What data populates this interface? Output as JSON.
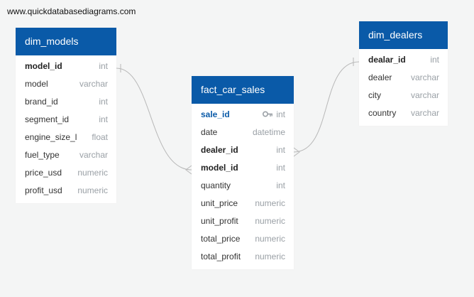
{
  "watermark": "www.quickdatabasediagrams.com",
  "colors": {
    "header": "#0a5aa8",
    "type_text": "#9aa0a6",
    "line": "#b8b8b8"
  },
  "tables": {
    "dim_models": {
      "title": "dim_models",
      "columns": [
        {
          "name": "model_id",
          "type": "int",
          "bold": true
        },
        {
          "name": "model",
          "type": "varchar"
        },
        {
          "name": "brand_id",
          "type": "int"
        },
        {
          "name": "segment_id",
          "type": "int"
        },
        {
          "name": "engine_size_l",
          "type": "float"
        },
        {
          "name": "fuel_type",
          "type": "varchar"
        },
        {
          "name": "price_usd",
          "type": "numeric"
        },
        {
          "name": "profit_usd",
          "type": "numeric"
        }
      ]
    },
    "fact_car_sales": {
      "title": "fact_car_sales",
      "columns": [
        {
          "name": "sale_id",
          "type": "int",
          "pk": true,
          "icon": "key-icon"
        },
        {
          "name": "date",
          "type": "datetime"
        },
        {
          "name": "dealer_id",
          "type": "int",
          "bold": true
        },
        {
          "name": "model_id",
          "type": "int",
          "bold": true
        },
        {
          "name": "quantity",
          "type": "int"
        },
        {
          "name": "unit_price",
          "type": "numeric"
        },
        {
          "name": "unit_profit",
          "type": "numeric"
        },
        {
          "name": "total_price",
          "type": "numeric"
        },
        {
          "name": "total_profit",
          "type": "numeric"
        }
      ]
    },
    "dim_dealers": {
      "title": "dim_dealers",
      "columns": [
        {
          "name": "dealar_id",
          "type": "int",
          "bold": true
        },
        {
          "name": "dealer",
          "type": "varchar"
        },
        {
          "name": "city",
          "type": "varchar"
        },
        {
          "name": "country",
          "type": "varchar"
        }
      ]
    }
  }
}
